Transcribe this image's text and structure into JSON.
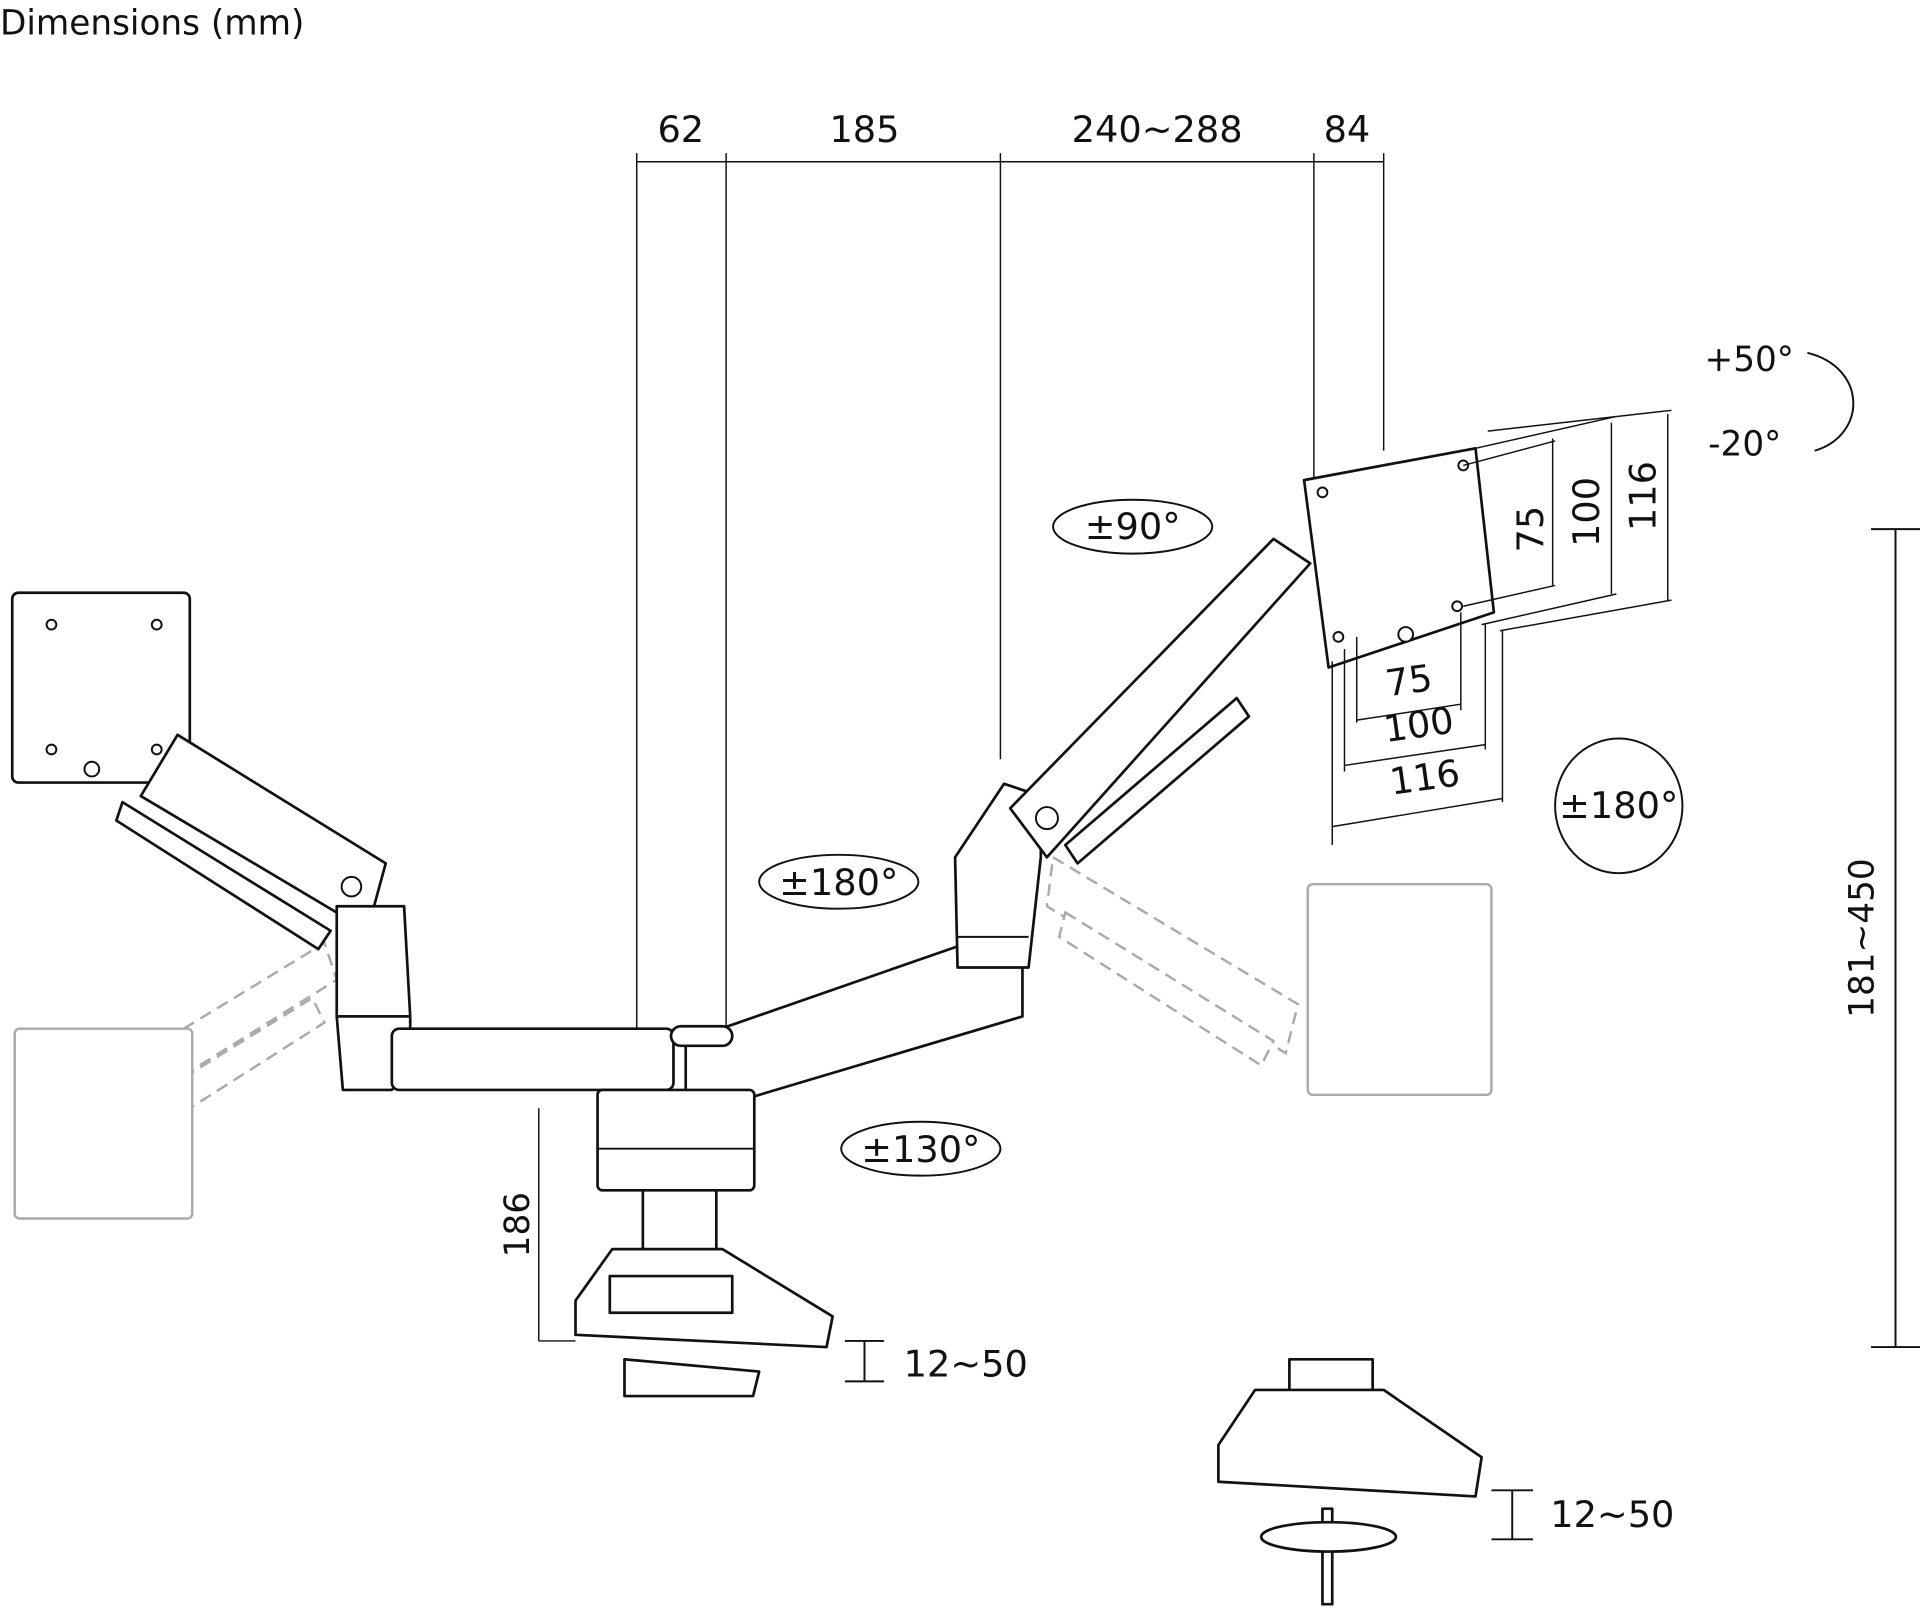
{
  "title": "Dimensions (mm)",
  "top_dims": [
    "62",
    "185",
    "240~288",
    "84"
  ],
  "tilt": {
    "up": "+50°",
    "down": "-20°"
  },
  "vesa_vertical": [
    "75",
    "100",
    "116"
  ],
  "vesa_horizontal": [
    "75",
    "100",
    "116"
  ],
  "rotations": {
    "arm_upper": "±90°",
    "arm_mid": "±180°",
    "monitor_rotate": "±180°",
    "base": "±130°"
  },
  "height_range": "181~450",
  "pole_height": "186",
  "clamp_range_main": "12~50",
  "clamp_range_detail": "12~50"
}
